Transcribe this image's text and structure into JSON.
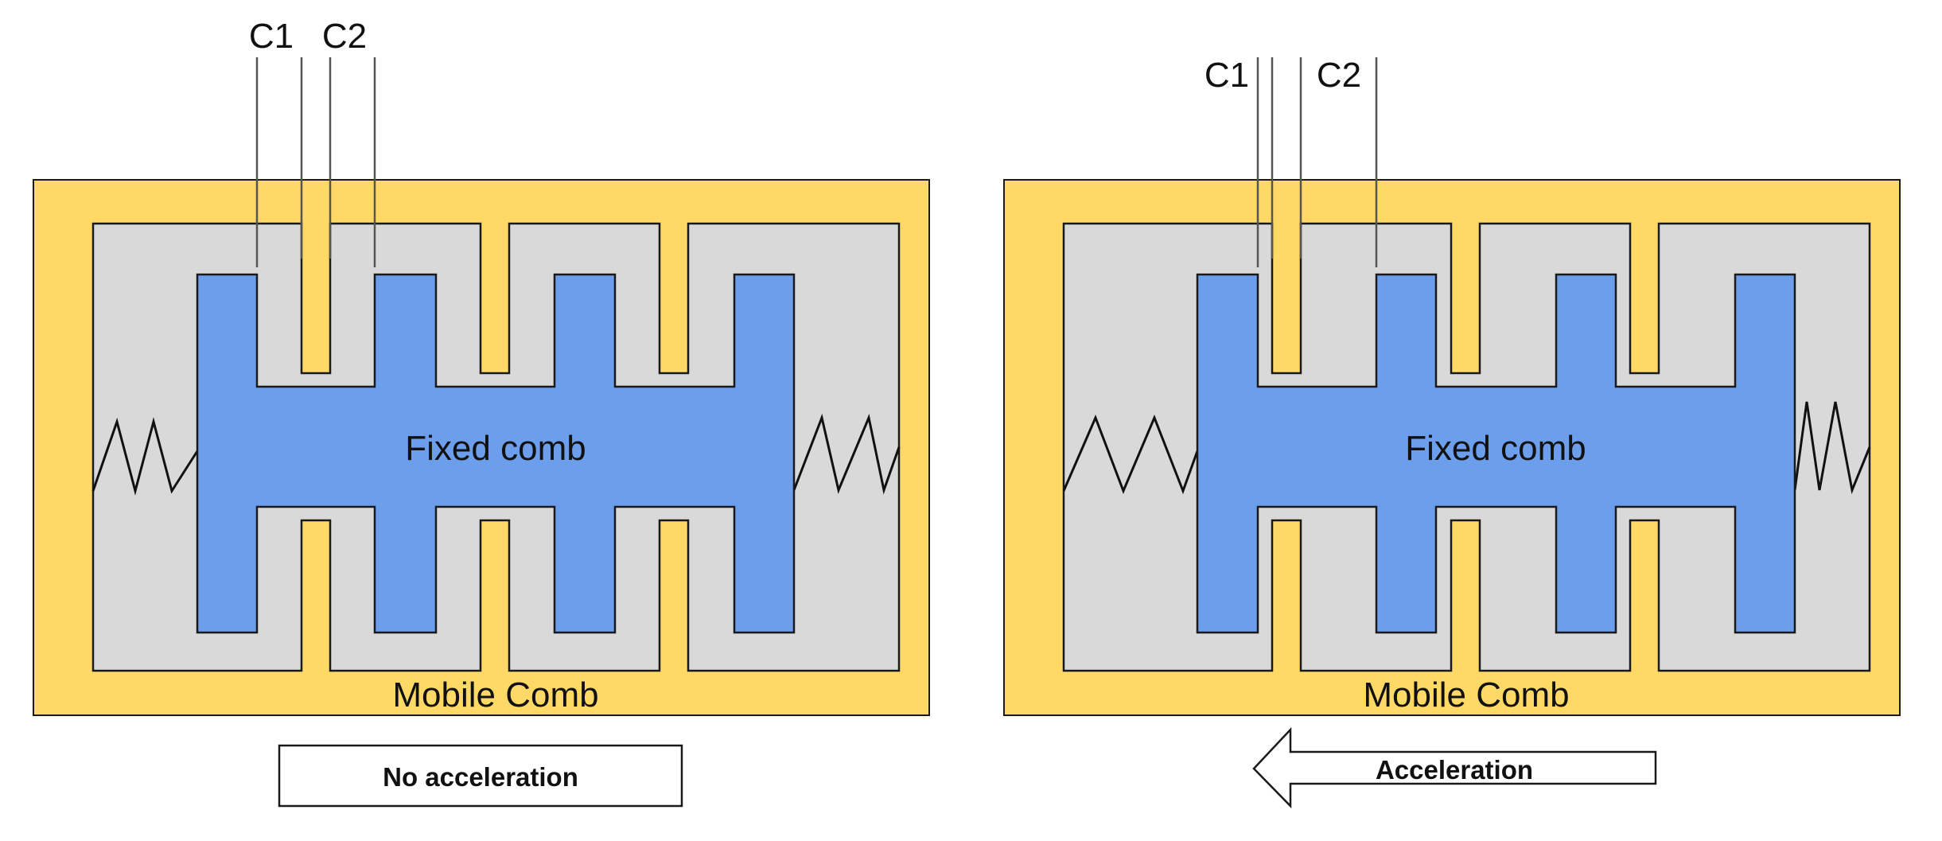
{
  "colors": {
    "frame": "#ffd966",
    "cavity": "#d9d9d9",
    "fixed_comb": "#6d9eeb",
    "stroke": "#1a1a1a",
    "lead": "#555555"
  },
  "left": {
    "fixed_label": "Fixed comb",
    "mobile_label": "Mobile Comb",
    "c1_label": "C1",
    "c2_label": "C2",
    "status_label": "No acceleration"
  },
  "right": {
    "fixed_label": "Fixed comb",
    "mobile_label": "Mobile Comb",
    "c1_label": "C1",
    "c2_label": "C2",
    "status_label": "Acceleration",
    "arrow_direction": "left"
  }
}
